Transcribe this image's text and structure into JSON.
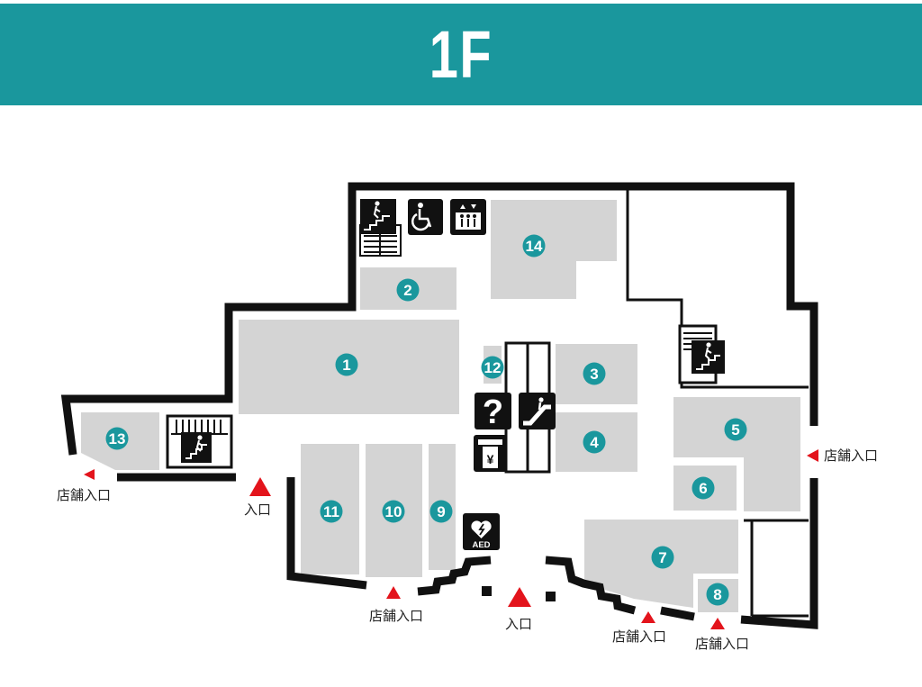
{
  "floor": {
    "title": "1F"
  },
  "colors": {
    "banner": "#1a979d",
    "shop": "#d4d4d4",
    "wall": "#111111",
    "entrance_arrow": "#e3141c",
    "badge": "#1a979d"
  },
  "shops": [
    {
      "number": "1"
    },
    {
      "number": "2"
    },
    {
      "number": "3"
    },
    {
      "number": "4"
    },
    {
      "number": "5"
    },
    {
      "number": "6"
    },
    {
      "number": "7"
    },
    {
      "number": "8"
    },
    {
      "number": "9"
    },
    {
      "number": "10"
    },
    {
      "number": "11"
    },
    {
      "number": "12"
    },
    {
      "number": "13"
    },
    {
      "number": "14"
    }
  ],
  "entrances": {
    "main_label": "入口",
    "store_label": "店舗入口"
  },
  "facilities": {
    "aed_label": "AED",
    "info_symbol": "?",
    "atm_symbol": "¥",
    "icons": [
      "stairs-icon",
      "accessible-toilet-icon",
      "elevator-icon",
      "information-icon",
      "escalator-icon",
      "atm-icon",
      "aed-icon"
    ]
  }
}
